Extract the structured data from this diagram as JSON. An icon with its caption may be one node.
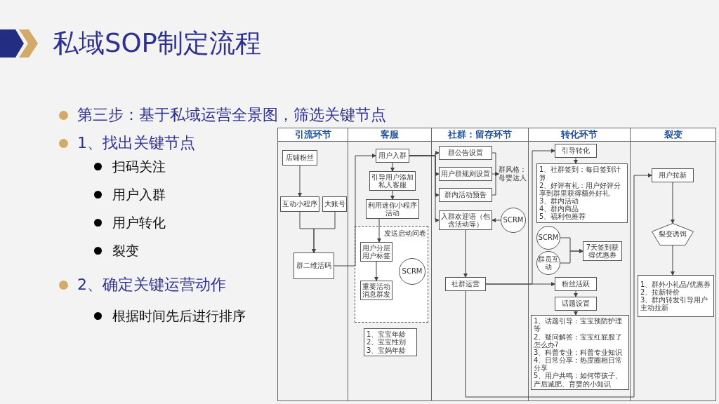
{
  "diagram": {
    "title": "私域SOP制定流程",
    "nodes": [
      {
        "text": [
          "引流环节"
        ]
      },
      {
        "text": [
          "客服"
        ]
      },
      {
        "text": [
          "社群：留存环节"
        ]
      },
      {
        "text": [
          "转化环节"
        ]
      },
      {
        "text": [
          "裂变"
        ]
      },
      {
        "text": [
          "店铺粉丝"
        ],
        "in": 0
      },
      {
        "text": [
          "互动小程序"
        ],
        "in": 0
      },
      {
        "text": [
          "大账号"
        ],
        "in": 0
      },
      {
        "text": [
          "群二维活码"
        ],
        "in": 0
      },
      {
        "text": [
          "用户入群"
        ],
        "in": 1
      },
      {
        "text": [
          "引导用户添加私人客服"
        ],
        "in": 1
      },
      {
        "text": [
          "利用迷你小程序活动"
        ],
        "in": 1
      },
      {
        "text": [
          "发送启动问卷"
        ],
        "in": 1
      },
      {
        "text": [
          "用户分层用户标签"
        ],
        "in": 12
      },
      {
        "text": [
          "重要活动消息群发"
        ],
        "in": 12
      },
      {
        "text": [
          "SCRM"
        ],
        "in": 12
      },
      {
        "text": [
          "1、宝宝年龄",
          "2、宝宝性别",
          "3、宝妈年龄"
        ],
        "in": 1
      },
      {
        "text": [
          "群公告设置"
        ],
        "in": 2
      },
      {
        "text": [
          "用户群规则设置"
        ],
        "in": 2
      },
      {
        "text": [
          "群内活动预告"
        ],
        "in": 2
      },
      {
        "text": [
          "群风格：母婴达人"
        ],
        "in": 2
      },
      {
        "text": [
          "入群欢迎语（包含活动等）"
        ],
        "in": 2
      },
      {
        "text": [
          "SCRM"
        ],
        "in": 2
      },
      {
        "text": [
          "社群运营"
        ],
        "in": 2
      },
      {
        "text": [
          "引导转化"
        ],
        "in": 3
      },
      {
        "text": [
          "1、社群签到：每日签到计算",
          "2、好评有礼：用户好评分享到群里获得额外好礼",
          "3、群内活动",
          "4、群内商品",
          "5、福利包推荐"
        ],
        "in": 3
      },
      {
        "text": [
          "SCRM"
        ],
        "in": 3
      },
      {
        "text": [
          "群员互动"
        ],
        "in": 3
      },
      {
        "text": [
          "7天签到获得优惠券"
        ],
        "in": 3
      },
      {
        "text": [
          "粉丝活跃"
        ],
        "in": 3
      },
      {
        "text": [
          "话题设置"
        ],
        "in": 3
      },
      {
        "text": [
          "1、话题引导：宝宝预防护理等",
          "2、疑问解答：宝宝红屁股了怎么办?",
          "3、科普专业：科普专业知识",
          "4、日常分享：热度圈相日常分享",
          "5、用户共鸣：如何带孩子、产后减肥、育婴的小知识"
        ],
        "in": 3
      },
      {
        "text": [
          "用户拉新"
        ],
        "in": 4
      },
      {
        "text": [
          "裂变诱饵"
        ],
        "in": 4
      },
      {
        "text": [
          "1、群外小礼品/优惠券",
          "2、拉新特价",
          "3、群内转发引导用户主动拉新"
        ],
        "in": 4
      }
    ],
    "edges": [
      {
        "from": 5,
        "to": 6,
        "arrow": "to"
      },
      {
        "from": 6,
        "to": 8,
        "arrow": "to"
      },
      {
        "from": 7,
        "to": 8,
        "arrow": "to"
      },
      {
        "from": 8,
        "to": 9,
        "arrow": "to"
      },
      {
        "from": 9,
        "to": 10,
        "arrow": "to"
      },
      {
        "from": 10,
        "to": 11,
        "arrow": "to"
      },
      {
        "from": 11,
        "to": 13,
        "arrow": "to"
      },
      {
        "from": 13,
        "to": 14,
        "arrow": "to"
      },
      {
        "from": 9,
        "to": 17,
        "arrow": "to"
      },
      {
        "from": 9,
        "to": 18,
        "arrow": "to"
      },
      {
        "from": 9,
        "to": 19,
        "arrow": "to"
      },
      {
        "from": 9,
        "to": 21,
        "arrow": "to"
      },
      {
        "from": 17,
        "to": 20,
        "arrow": "to"
      },
      {
        "from": 18,
        "to": 20,
        "arrow": "to"
      },
      {
        "from": 19,
        "to": 20,
        "arrow": "to"
      },
      {
        "from": 22,
        "to": 21,
        "arrow": "to"
      },
      {
        "from": 21,
        "to": 23,
        "arrow": "to"
      },
      {
        "from": 23,
        "to": 29,
        "arrow": "to"
      },
      {
        "from": 23,
        "to": 24,
        "arrow": "to"
      },
      {
        "from": 24,
        "to": 25,
        "arrow": "to"
      },
      {
        "from": 26,
        "to": 28,
        "arrow": "to"
      },
      {
        "from": 27,
        "to": 28,
        "arrow": "to"
      },
      {
        "from": 29,
        "to": 30,
        "arrow": "to"
      },
      {
        "from": 30,
        "to": 31,
        "arrow": "to"
      },
      {
        "from": 23,
        "to": 32,
        "arrow": "to"
      },
      {
        "from": 32,
        "to": 33,
        "arrow": "to"
      },
      {
        "from": 33,
        "to": 34,
        "arrow": "to"
      }
    ],
    "labels": [
      "第三步：基于私域运营全景图，筛选关键节点",
      "1、找出关键节点",
      "扫码关注",
      "用户入群",
      "用户转化",
      "裂变",
      "2、确定关键运营动作",
      "根据时间先后进行排序"
    ]
  }
}
